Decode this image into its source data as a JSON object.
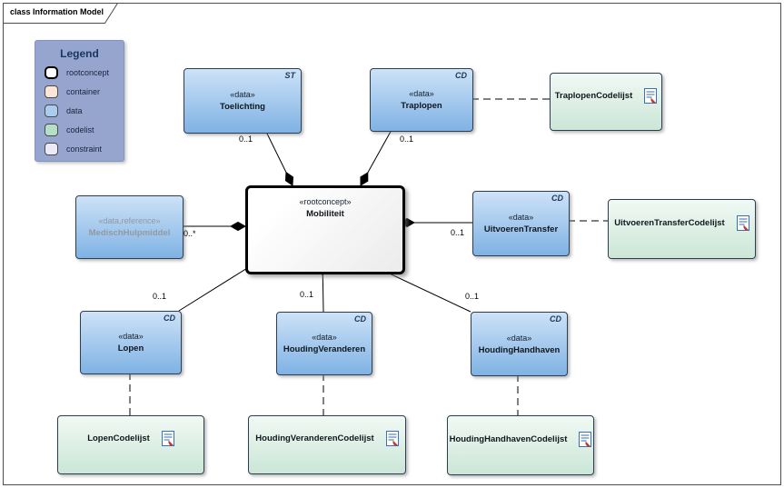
{
  "frame": {
    "title": "class Information Model"
  },
  "legend": {
    "title": "Legend",
    "items": [
      {
        "label": "rootconcept",
        "color": "#FFFFFF"
      },
      {
        "label": "container",
        "color": "#FBE5D6"
      },
      {
        "label": "data",
        "color": "#A9CCEF"
      },
      {
        "label": "codelist",
        "color": "#B5E0C8"
      },
      {
        "label": "constraint",
        "color": "#EAEAF8"
      }
    ]
  },
  "nodes": {
    "mobiliteit": {
      "stereotype": "«rootconcept»",
      "name": "Mobiliteit"
    },
    "toelichting": {
      "stereotype": "«data»",
      "name": "Toelichting",
      "tag": "ST"
    },
    "traplopen": {
      "stereotype": "«data»",
      "name": "Traplopen",
      "tag": "CD"
    },
    "medisch_hulpmiddel": {
      "stereotype": "«data,reference»",
      "name": "MedischHulpmiddel"
    },
    "uitvoeren_transfer": {
      "stereotype": "«data»",
      "name": "UitvoerenTransfer",
      "tag": "CD"
    },
    "lopen": {
      "stereotype": "«data»",
      "name": "Lopen",
      "tag": "CD"
    },
    "houding_veranderen": {
      "stereotype": "«data»",
      "name": "HoudingVeranderen",
      "tag": "CD"
    },
    "houding_handhaven": {
      "stereotype": "«data»",
      "name": "HoudingHandhaven",
      "tag": "CD"
    }
  },
  "codelists": {
    "traplopen": {
      "name": "TraplopenCodelijst",
      "icon": "document-icon"
    },
    "uitvoeren_transfer": {
      "name": "UitvoerenTransferCodelijst",
      "icon": "document-icon"
    },
    "lopen": {
      "name": "LopenCodelijst",
      "icon": "document-icon"
    },
    "houding_veranderen": {
      "name": "HoudingVeranderenCodelijst",
      "icon": "document-icon"
    },
    "houding_handhaven": {
      "name": "HoudingHandhavenCodelijst",
      "icon": "document-icon"
    }
  },
  "relations": [
    {
      "from": "Toelichting",
      "to": "Mobiliteit",
      "kind": "composition",
      "multiplicity": "0..1"
    },
    {
      "from": "Traplopen",
      "to": "Mobiliteit",
      "kind": "composition",
      "multiplicity": "0..1"
    },
    {
      "from": "MedischHulpmiddel",
      "to": "Mobiliteit",
      "kind": "composition",
      "multiplicity": "0..*"
    },
    {
      "from": "UitvoerenTransfer",
      "to": "Mobiliteit",
      "kind": "composition",
      "multiplicity": "0..1"
    },
    {
      "from": "Lopen",
      "to": "Mobiliteit",
      "kind": "composition",
      "multiplicity": "0..1"
    },
    {
      "from": "HoudingVeranderen",
      "to": "Mobiliteit",
      "kind": "composition",
      "multiplicity": "0..1"
    },
    {
      "from": "HoudingHandhaven",
      "to": "Mobiliteit",
      "kind": "composition",
      "multiplicity": "0..1"
    },
    {
      "from": "Traplopen",
      "to": "TraplopenCodelijst",
      "kind": "dependency"
    },
    {
      "from": "UitvoerenTransfer",
      "to": "UitvoerenTransferCodelijst",
      "kind": "dependency"
    },
    {
      "from": "Lopen",
      "to": "LopenCodelijst",
      "kind": "dependency"
    },
    {
      "from": "HoudingVeranderen",
      "to": "HoudingVeranderenCodelijst",
      "kind": "dependency"
    },
    {
      "from": "HoudingHandhaven",
      "to": "HoudingHandhavenCodelijst",
      "kind": "dependency"
    }
  ],
  "colors": {
    "data_node_top": "#CDE2F7",
    "data_node_bottom": "#7FB2E4",
    "codelist_top": "#F1F9F4",
    "codelist_bottom": "#CBE6D7",
    "rootconcept_fill": "#FFFFFF",
    "legend_bg": "#96A5CE",
    "connector": "#000000",
    "doc_icon_blue": "#3A6EB5",
    "doc_icon_red": "#C0392B"
  }
}
